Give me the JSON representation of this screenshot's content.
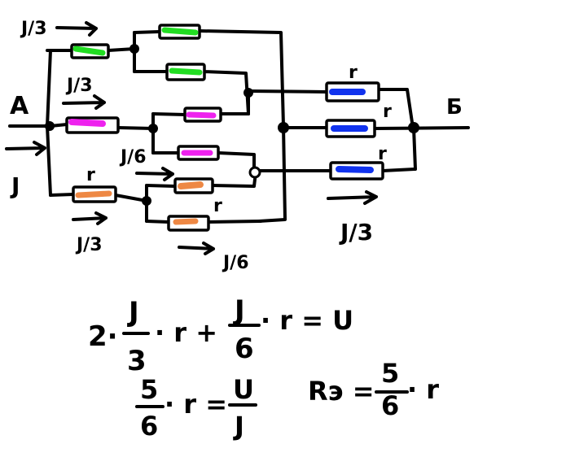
{
  "colors": {
    "green": "#22dd22",
    "magenta": "#ee22ee",
    "orange": "#ee8844",
    "blue": "#1133ee",
    "ink": "#000000"
  },
  "terminals": {
    "left": "A",
    "right": "Б"
  },
  "current_labels": {
    "input": "J",
    "top_branch": "J/3",
    "middle_branch": "J/3",
    "bottom_branch": "J/3",
    "mid_sub": "J/6",
    "bottom_sub": "J/6",
    "right_branch": "J/3"
  },
  "resistor_labels": {
    "orange_first": "r",
    "orange_lower": "r",
    "blue_top": "r",
    "blue_middle": "r",
    "blue_bottom": "r"
  },
  "equations": {
    "eq1": {
      "coef": "2·",
      "frac1_num": "J",
      "frac1_den": "3",
      "mid": "· r +",
      "frac2_num": "J",
      "frac2_den": "6",
      "tail": "· r = U"
    },
    "eq2": {
      "frac_num": "5",
      "frac_den": "6",
      "mid": "· r =",
      "frac2_num": "U",
      "frac2_den": "J"
    },
    "eq3": {
      "lhs": "Rэ =",
      "frac_num": "5",
      "frac_den": "6",
      "tail": "· r"
    }
  }
}
